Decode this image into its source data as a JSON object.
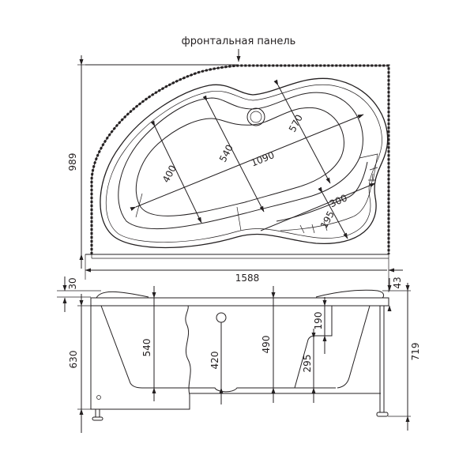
{
  "title": "фронтальная панель",
  "top_view": {
    "overall_width": "1588",
    "overall_depth": "989",
    "basin_length": "1090",
    "basin_width_main": "540",
    "basin_width_left": "400",
    "basin_width_right": "570",
    "seat_length": "300",
    "seat_width": "195"
  },
  "side_view": {
    "rim_thickness": "30",
    "total_height_to_rim": "630",
    "inner_depth_left": "540",
    "drain_height": "420",
    "inner_depth_center": "490",
    "step_height": "190",
    "seat_height": "295",
    "headrest_height": "43",
    "total_height": "719"
  },
  "colors": {
    "line": "#231f20",
    "background": "#ffffff"
  }
}
